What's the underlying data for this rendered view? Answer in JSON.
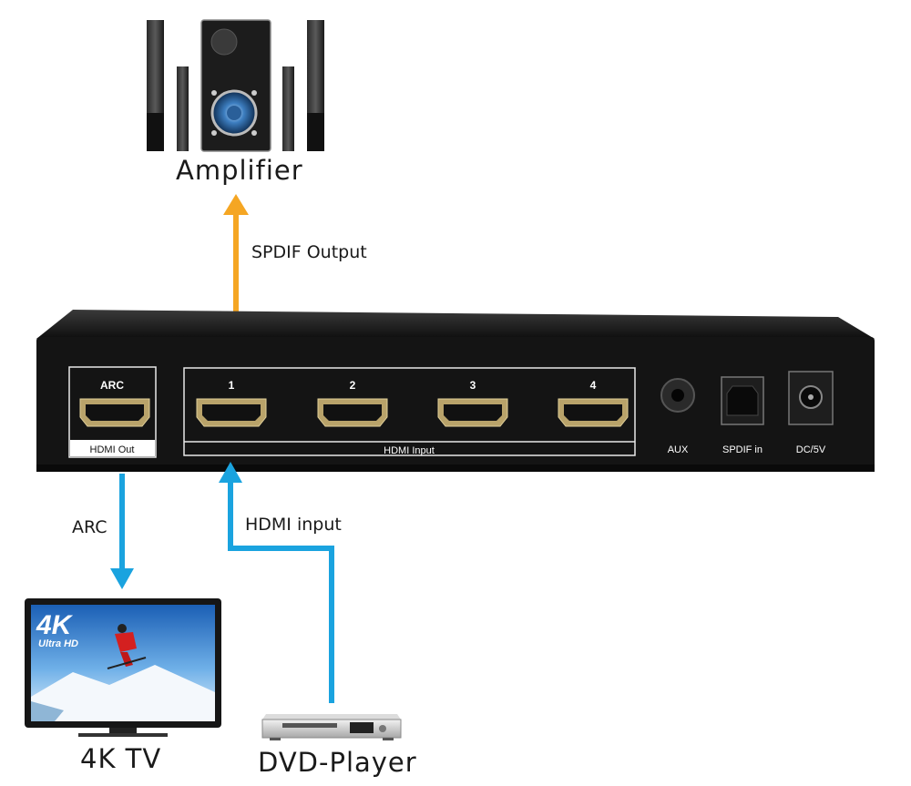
{
  "diagram": {
    "amplifier_label": "Amplifier",
    "spdif_output_label": "SPDIF Output",
    "arc_label": "ARC",
    "hdmi_input_label": "HDMI input",
    "tv_label": "4K TV",
    "dvd_label": "DVD-Player"
  },
  "device_panel": {
    "arc_port_label": "ARC",
    "hdmi_out_label": "HDMI Out",
    "input_port_labels": [
      "1",
      "2",
      "3",
      "4"
    ],
    "hdmi_input_label": "HDMI Input",
    "aux_label": "AUX",
    "spdif_in_label": "SPDIF in",
    "dc_label": "DC/5V"
  },
  "tv_screen": {
    "badge_main": "4K",
    "badge_sub": "Ultra HD"
  },
  "colors": {
    "spdif_arrow": "#f5a623",
    "hdmi_arrow": "#1aa3df",
    "device_body": "#141414",
    "panel_line": "#e8e8e8"
  },
  "icons": {
    "amplifier": "speaker-system-icon",
    "tv": "television-icon",
    "dvd": "dvd-player-icon"
  }
}
